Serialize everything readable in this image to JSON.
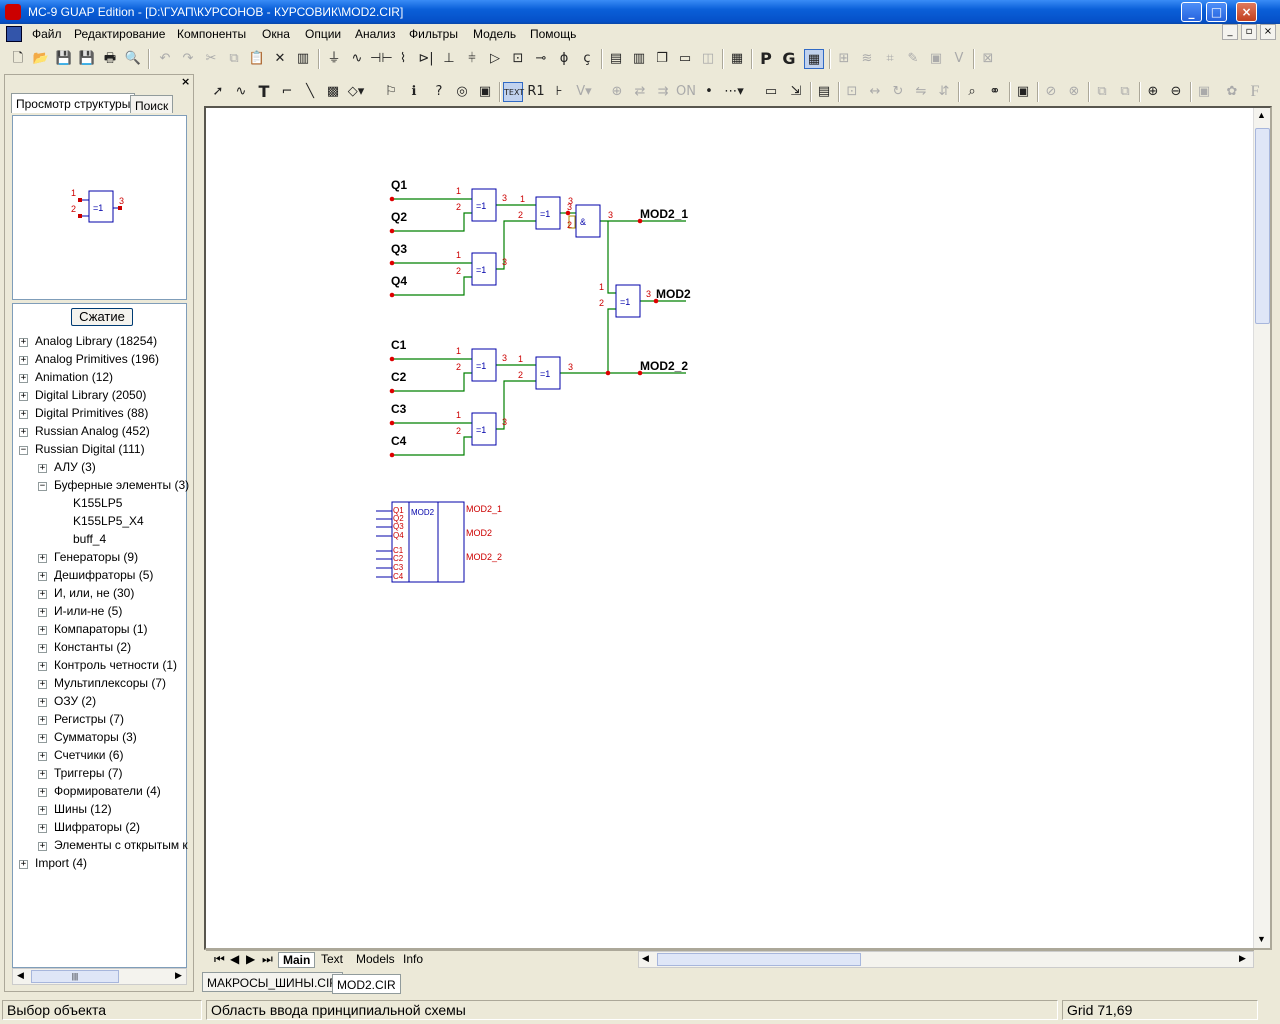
{
  "window": {
    "title": "MC-9 GUAP Edition - [D:\\ГУАП\\КУРСОНОВ - КУРСОВИК\\MOD2.CIR]",
    "min": "_",
    "max": "□",
    "close": "×"
  },
  "menu": [
    "Файл",
    "Редактирование",
    "Компоненты",
    "Окна",
    "Опции",
    "Анализ",
    "Фильтры",
    "Модель",
    "Помощь"
  ],
  "mdi_controls": [
    "_",
    "▫",
    "×"
  ],
  "left_panel": {
    "close": "×",
    "tabs": [
      "Просмотр структуры",
      "Поиск"
    ],
    "preview": {
      "pins": [
        "1",
        "2",
        "3"
      ],
      "gate": "=1"
    },
    "collapse_button": "Сжатие",
    "tree": [
      {
        "label": "Analog Library (18254)",
        "level": 0,
        "state": "+"
      },
      {
        "label": "Analog Primitives (196)",
        "level": 0,
        "state": "+"
      },
      {
        "label": "Animation (12)",
        "level": 0,
        "state": "+"
      },
      {
        "label": "Digital Library (2050)",
        "level": 0,
        "state": "+"
      },
      {
        "label": "Digital Primitives (88)",
        "level": 0,
        "state": "+"
      },
      {
        "label": "Russian Analog (452)",
        "level": 0,
        "state": "+"
      },
      {
        "label": "Russian Digital (111)",
        "level": 0,
        "state": "-"
      },
      {
        "label": "АЛУ (3)",
        "level": 1,
        "state": "+"
      },
      {
        "label": "Буферные элементы (3)",
        "level": 1,
        "state": "-"
      },
      {
        "label": "K155LP5",
        "level": 2,
        "state": ""
      },
      {
        "label": "K155LP5_X4",
        "level": 2,
        "state": ""
      },
      {
        "label": "buff_4",
        "level": 2,
        "state": ""
      },
      {
        "label": "Генераторы (9)",
        "level": 1,
        "state": "+"
      },
      {
        "label": "Дешифраторы (5)",
        "level": 1,
        "state": "+"
      },
      {
        "label": "И, или, не (30)",
        "level": 1,
        "state": "+"
      },
      {
        "label": "И-или-не (5)",
        "level": 1,
        "state": "+"
      },
      {
        "label": "Компараторы (1)",
        "level": 1,
        "state": "+"
      },
      {
        "label": "Константы (2)",
        "level": 1,
        "state": "+"
      },
      {
        "label": "Контроль четности (1)",
        "level": 1,
        "state": "+"
      },
      {
        "label": "Мультиплексоры (7)",
        "level": 1,
        "state": "+"
      },
      {
        "label": "ОЗУ (2)",
        "level": 1,
        "state": "+"
      },
      {
        "label": "Регистры (7)",
        "level": 1,
        "state": "+"
      },
      {
        "label": "Сумматоры (3)",
        "level": 1,
        "state": "+"
      },
      {
        "label": "Счетчики (6)",
        "level": 1,
        "state": "+"
      },
      {
        "label": "Триггеры (7)",
        "level": 1,
        "state": "+"
      },
      {
        "label": "Формирователи (4)",
        "level": 1,
        "state": "+"
      },
      {
        "label": "Шины (12)",
        "level": 1,
        "state": "+"
      },
      {
        "label": "Шифраторы (2)",
        "level": 1,
        "state": "+"
      },
      {
        "label": "Элементы с открытым к",
        "level": 1,
        "state": "+"
      },
      {
        "label": "Import (4)",
        "level": 0,
        "state": "+"
      }
    ],
    "hscroll_thumb": "|||"
  },
  "schematic": {
    "inputs": [
      "Q1",
      "Q2",
      "Q3",
      "Q4",
      "C1",
      "C2",
      "C3",
      "C4"
    ],
    "outputs": [
      "MOD2_1",
      "MOD2",
      "MOD2_2"
    ],
    "xor": "=1",
    "and": "&",
    "pins": [
      "1",
      "2",
      "3"
    ],
    "macro": {
      "name": "MOD2",
      "inputs": [
        "Q1",
        "Q2",
        "Q3",
        "Q4",
        "C1",
        "C2",
        "C3",
        "C4"
      ],
      "outputs": [
        "MOD2_1",
        "MOD2",
        "MOD2_2"
      ]
    }
  },
  "page_tabs": [
    "Main",
    "Text",
    "Models",
    "Info"
  ],
  "doc_tabs": [
    "МАКРОСЫ_ШИНЫ.CIR",
    "MOD2.CIR"
  ],
  "status": {
    "left": "Выбор объекта",
    "middle": "Область ввода принципиальной схемы",
    "right": "Grid 71,69"
  },
  "toolbar_icons": {
    "text_tool": "T",
    "text_label": "TEXT",
    "p": "P",
    "g": "G",
    "f": "F"
  },
  "colors": {
    "wire": "#008000",
    "gate": "#0000aa",
    "pin": "#cc0000",
    "node": "#dd0000",
    "label": "#000000",
    "macro_label": "#cc0000"
  }
}
